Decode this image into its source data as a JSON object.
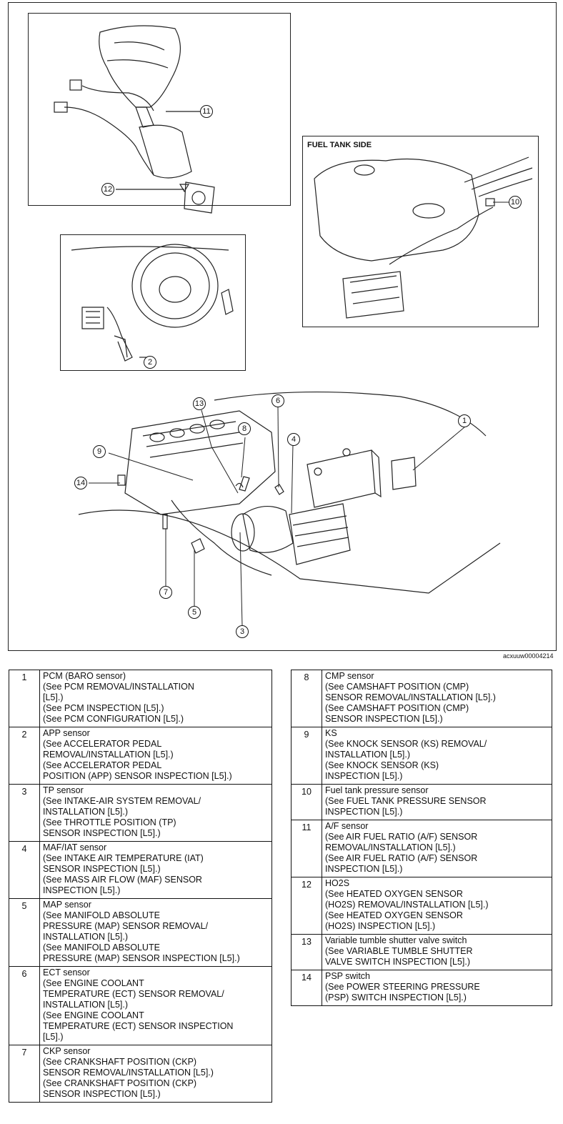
{
  "diagram": {
    "inset_label": "FUEL TANK SIDE",
    "doc_id": "acxuuw00004214",
    "callouts": [
      "1",
      "2",
      "3",
      "4",
      "5",
      "6",
      "7",
      "8",
      "9",
      "10",
      "11",
      "12",
      "13",
      "14"
    ]
  },
  "legend_left": [
    {
      "num": "1",
      "lines": [
        "PCM (BARO sensor)",
        "(See PCM REMOVAL/INSTALLATION",
        "[L5].)",
        "(See PCM INSPECTION [L5].)",
        "(See PCM CONFIGURATION [L5].)"
      ]
    },
    {
      "num": "2",
      "lines": [
        "APP sensor",
        "(See ACCELERATOR PEDAL",
        "REMOVAL/INSTALLATION [L5].)",
        "(See ACCELERATOR PEDAL",
        "POSITION (APP) SENSOR INSPECTION [L5].)"
      ]
    },
    {
      "num": "3",
      "lines": [
        "TP sensor",
        "(See INTAKE-AIR SYSTEM REMOVAL/",
        "INSTALLATION [L5].)",
        "(See THROTTLE POSITION (TP)",
        "SENSOR INSPECTION [L5].)"
      ]
    },
    {
      "num": "4",
      "lines": [
        "MAF/IAT sensor",
        "(See INTAKE AIR TEMPERATURE (IAT)",
        "SENSOR INSPECTION [L5].)",
        "(See MASS AIR FLOW (MAF) SENSOR",
        "INSPECTION [L5].)"
      ]
    },
    {
      "num": "5",
      "lines": [
        "MAP sensor",
        "(See MANIFOLD ABSOLUTE",
        "PRESSURE (MAP) SENSOR REMOVAL/",
        "INSTALLATION [L5].)",
        "(See MANIFOLD ABSOLUTE",
        "PRESSURE (MAP) SENSOR INSPECTION [L5].)"
      ]
    },
    {
      "num": "6",
      "lines": [
        "ECT sensor",
        "(See ENGINE COOLANT",
        "TEMPERATURE (ECT) SENSOR REMOVAL/",
        "INSTALLATION [L5].)",
        "(See ENGINE COOLANT",
        "TEMPERATURE (ECT) SENSOR INSPECTION",
        "[L5].)"
      ]
    },
    {
      "num": "7",
      "lines": [
        "CKP sensor",
        "(See CRANKSHAFT POSITION (CKP)",
        "SENSOR REMOVAL/INSTALLATION [L5].)",
        "(See CRANKSHAFT POSITION (CKP)",
        "SENSOR INSPECTION [L5].)"
      ]
    }
  ],
  "legend_right": [
    {
      "num": "8",
      "lines": [
        "CMP sensor",
        "(See CAMSHAFT POSITION (CMP)",
        "SENSOR REMOVAL/INSTALLATION [L5].)",
        "(See CAMSHAFT POSITION (CMP)",
        "SENSOR INSPECTION [L5].)"
      ]
    },
    {
      "num": "9",
      "lines": [
        "KS",
        "(See KNOCK SENSOR (KS) REMOVAL/",
        "INSTALLATION [L5].)",
        "(See KNOCK SENSOR (KS)",
        "INSPECTION [L5].)"
      ]
    },
    {
      "num": "10",
      "lines": [
        "Fuel tank pressure sensor",
        "(See FUEL TANK PRESSURE SENSOR",
        "INSPECTION [L5].)"
      ]
    },
    {
      "num": "11",
      "lines": [
        "A/F sensor",
        "(See AIR FUEL RATIO (A/F) SENSOR",
        "REMOVAL/INSTALLATION [L5].)",
        "(See AIR FUEL RATIO (A/F) SENSOR",
        "INSPECTION [L5].)"
      ]
    },
    {
      "num": "12",
      "lines": [
        "HO2S",
        "(See HEATED OXYGEN SENSOR",
        "(HO2S) REMOVAL/INSTALLATION [L5].)",
        "(See HEATED OXYGEN SENSOR",
        "(HO2S) INSPECTION [L5].)"
      ]
    },
    {
      "num": "13",
      "lines": [
        "Variable tumble shutter valve switch",
        "(See VARIABLE TUMBLE SHUTTER",
        "VALVE SWITCH INSPECTION [L5].)"
      ]
    },
    {
      "num": "14",
      "lines": [
        "PSP switch",
        "(See POWER STEERING PRESSURE",
        "(PSP) SWITCH INSPECTION [L5].)"
      ]
    }
  ]
}
